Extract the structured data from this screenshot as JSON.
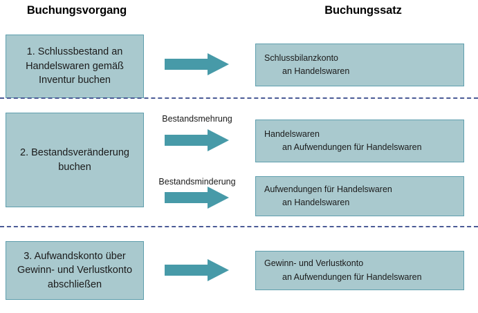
{
  "headings": {
    "left": "Buchungsvorgang",
    "right": "Buchungssatz"
  },
  "colors": {
    "box_fill": "#a9c9ce",
    "box_border": "#5e9ead",
    "arrow_fill": "#479aa8",
    "divider": "#4a5a96",
    "text": "#1a1a1a",
    "background": "#ffffff"
  },
  "steps": [
    {
      "id": "step-1",
      "process": "1. Schlussbestand an Handelswaren gemäß Inventur buchen",
      "entries": [
        {
          "line1": "Schlussbilanzkonto",
          "line2": "an Handelswaren",
          "arrow_caption": ""
        }
      ]
    },
    {
      "id": "step-2",
      "process": "2. Bestandsveränderung buchen",
      "entries": [
        {
          "line1": "Handelswaren",
          "line2": "an Aufwendungen für Handelswaren",
          "arrow_caption": "Bestandsmehrung"
        },
        {
          "line1": "Aufwendungen für Handelswaren",
          "line2": "an Handelswaren",
          "arrow_caption": "Bestandsminderung"
        }
      ]
    },
    {
      "id": "step-3",
      "process": "3. Aufwandskonto über Gewinn- und Verlustkonto abschließen",
      "entries": [
        {
          "line1": "Gewinn- und Verlustkonto",
          "line2": "an Aufwendungen für Handelswaren",
          "arrow_caption": ""
        }
      ]
    }
  ],
  "icons": {
    "arrow": "right-arrow-icon"
  }
}
